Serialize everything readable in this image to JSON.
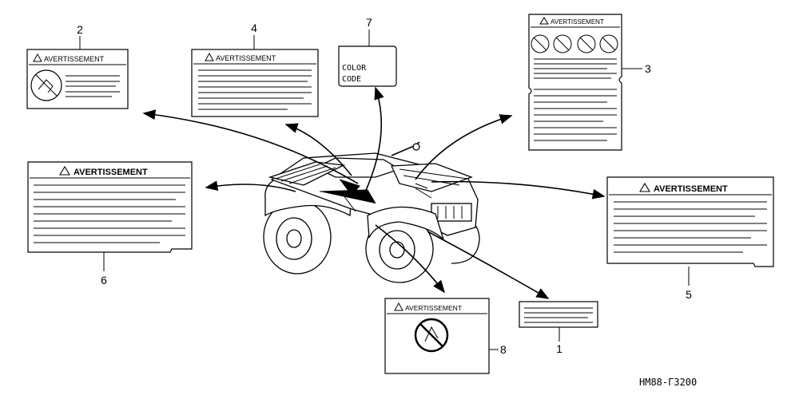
{
  "labels": {
    "l1": {
      "number": "1"
    },
    "l2": {
      "number": "2",
      "heading": "AVERTISSEMENT"
    },
    "l3": {
      "number": "3",
      "heading": "AVERTISSEMENT"
    },
    "l4": {
      "number": "4",
      "heading": "AVERTISSEMENT"
    },
    "l5": {
      "number": "5",
      "heading": "AVERTISSEMENT"
    },
    "l6": {
      "number": "6",
      "heading": "AVERTISSEMENT"
    },
    "l7": {
      "number": "7",
      "line1": "COLOR",
      "line2": "CODE"
    },
    "l8": {
      "number": "8",
      "heading": "AVERTISSEMENT"
    }
  },
  "diagram_code": "HM88-ГЗ200"
}
